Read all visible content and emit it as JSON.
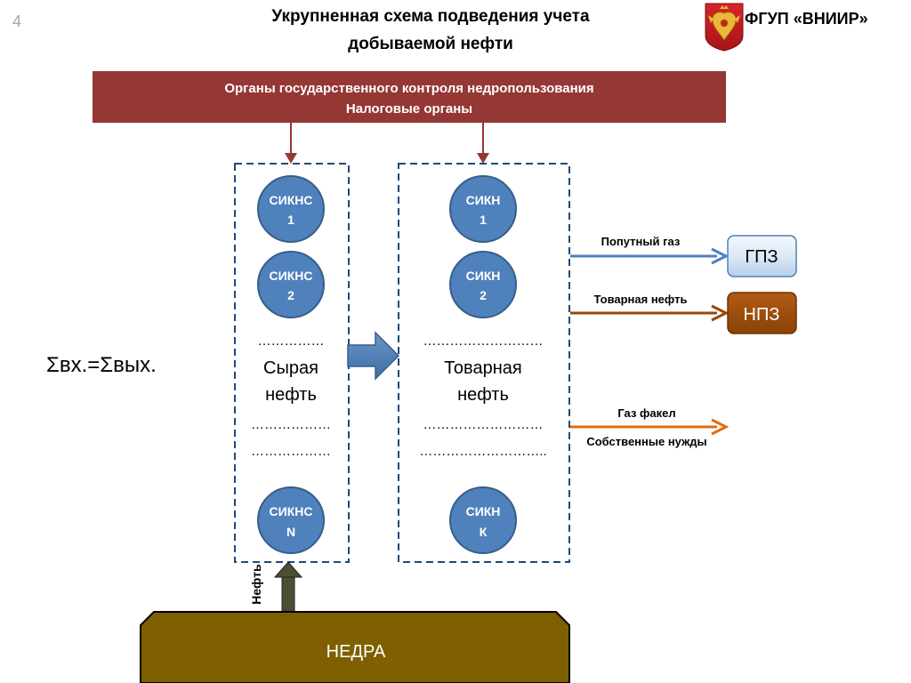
{
  "slide_number": "4",
  "title": {
    "line1": "Укрупненная схема подведения учета",
    "line2": "добываемой нефти"
  },
  "org": {
    "name": "ФГУП «ВНИИР»",
    "emblem_icon": "russian-coat-of-arms-icon"
  },
  "control_banner": {
    "line1": "Органы государственного контроля недропользования",
    "line2": "Налоговые органы"
  },
  "raw_column": {
    "units": [
      {
        "name": "СИКНС",
        "num": "1"
      },
      {
        "name": "СИКНС",
        "num": "2"
      },
      {
        "name": "СИКНС",
        "num": "N"
      }
    ],
    "dots_top": "……………",
    "label_line1": "Сырая",
    "label_line2": "нефть",
    "dots_bottom1": "………………",
    "dots_bottom2": "………………"
  },
  "commercial_column": {
    "units": [
      {
        "name": "СИКН",
        "num": "1"
      },
      {
        "name": "СИКН",
        "num": "2"
      },
      {
        "name": "СИКН",
        "num": "К"
      }
    ],
    "dots_top": "………………………",
    "label_line1": "Товарная",
    "label_line2": "нефть",
    "dots_bottom1": "………………………",
    "dots_bottom2": "……………………….."
  },
  "balance_formula": "Σвх.=Σвых.",
  "outputs": {
    "associated_gas": {
      "label": "Попутный газ",
      "target": "ГПЗ",
      "color": "#4f81bd"
    },
    "commercial_oil": {
      "label": "Товарная нефть",
      "target": "НПЗ",
      "color": "#984807"
    },
    "flare_gas": {
      "label": "Газ факел",
      "color": "#e36c09"
    },
    "own_needs": {
      "label": "Собственные нужды"
    }
  },
  "subsoil": {
    "label": "НЕДРА",
    "color": "#7f6000"
  },
  "oil_inflow_label": "Нефть",
  "colors": {
    "banner": "#953735",
    "circle_fill": "#4f81bd",
    "circle_stroke": "#385d8a",
    "dashed_border": "#1f497d",
    "connector_arrow": "#953735"
  }
}
